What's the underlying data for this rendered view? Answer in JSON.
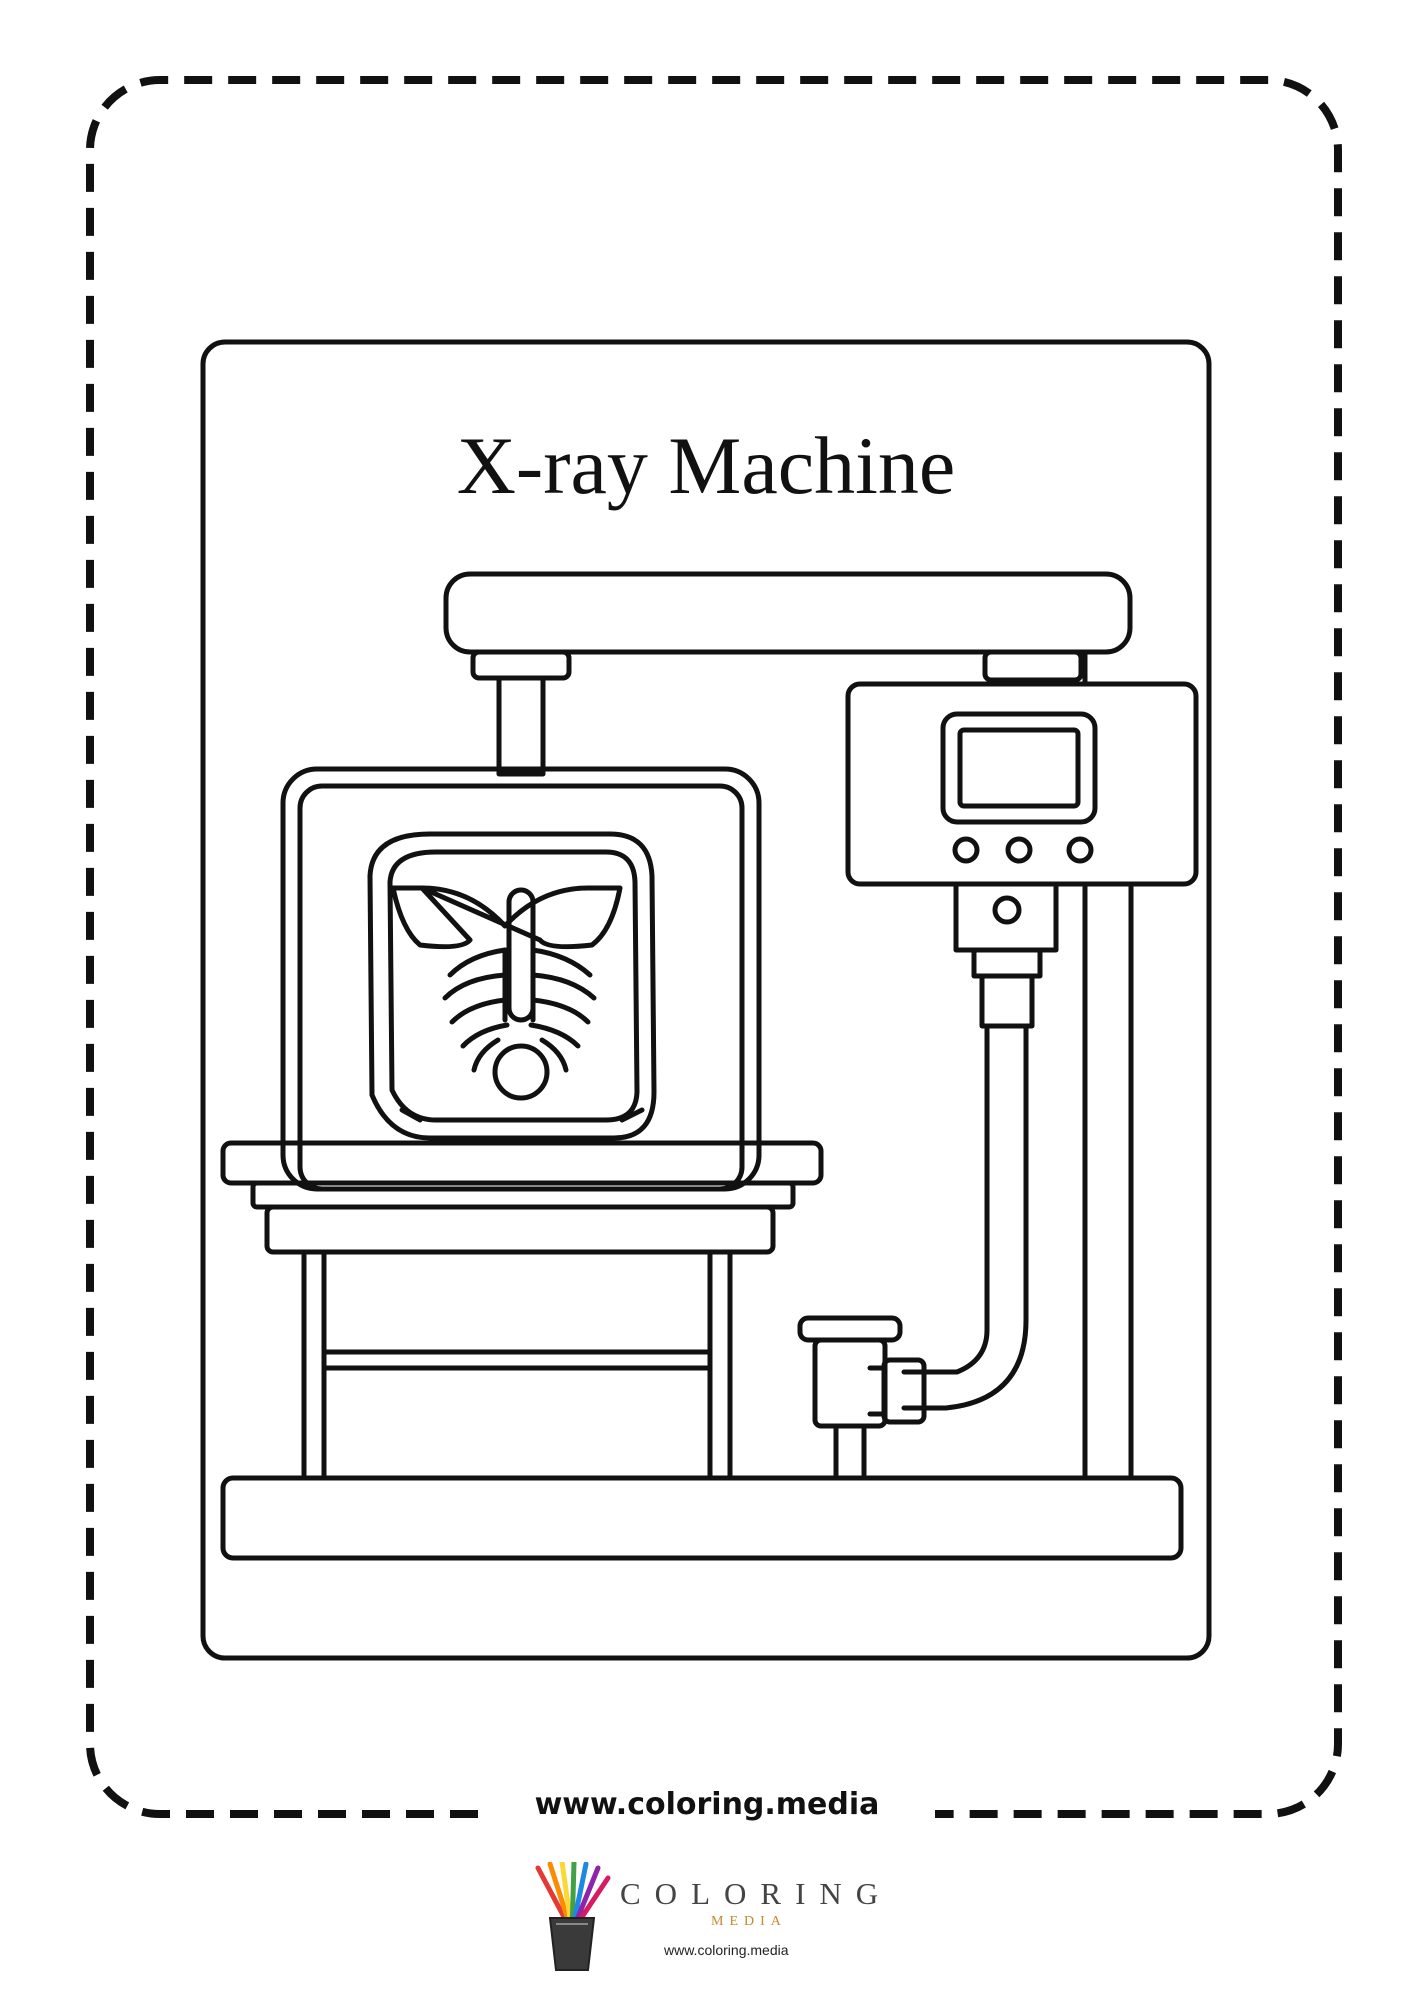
{
  "page": {
    "title": "X-ray Machine",
    "footer_url": "www.coloring.media"
  },
  "logo": {
    "word": "COLORING",
    "sub": "MEDIA",
    "url": "www.coloring.media"
  }
}
